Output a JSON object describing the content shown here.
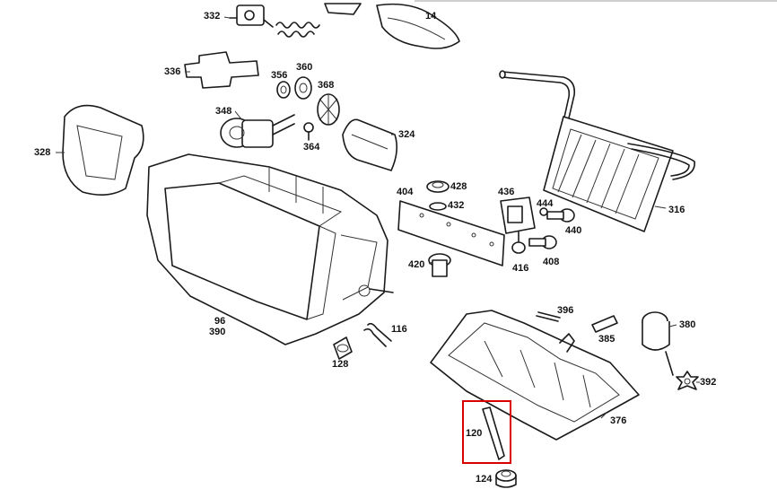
{
  "diagram": {
    "highlight_color": "#d90000",
    "highlighted_part": "120",
    "parts": [
      {
        "id": "p332",
        "label": "332",
        "name": "switch-valve"
      },
      {
        "id": "p14",
        "label": "14",
        "name": "duct"
      },
      {
        "id": "p336",
        "label": "336",
        "name": "gasket-cross"
      },
      {
        "id": "p356",
        "label": "356",
        "name": "nut"
      },
      {
        "id": "p360",
        "label": "360",
        "name": "washer"
      },
      {
        "id": "p368",
        "label": "368",
        "name": "gear"
      },
      {
        "id": "p348",
        "label": "348",
        "name": "servo-motor"
      },
      {
        "id": "p364",
        "label": "364",
        "name": "screw"
      },
      {
        "id": "p324",
        "label": "324",
        "name": "flap-cover"
      },
      {
        "id": "p328",
        "label": "328",
        "name": "seal-boot"
      },
      {
        "id": "p404",
        "label": "404",
        "name": "bracket-strip"
      },
      {
        "id": "p428",
        "label": "428",
        "name": "grommet"
      },
      {
        "id": "p432",
        "label": "432",
        "name": "washer"
      },
      {
        "id": "p436",
        "label": "436",
        "name": "valve-block"
      },
      {
        "id": "p444",
        "label": "444",
        "name": "screw"
      },
      {
        "id": "p440",
        "label": "440",
        "name": "bolt"
      },
      {
        "id": "p316",
        "label": "316",
        "name": "heater-core"
      },
      {
        "id": "p420",
        "label": "420",
        "name": "sensor"
      },
      {
        "id": "p416",
        "label": "416",
        "name": "nut"
      },
      {
        "id": "p408",
        "label": "408",
        "name": "bolt"
      },
      {
        "id": "p96",
        "label": "96",
        "name": "heater-box"
      },
      {
        "id": "p390",
        "label": "390",
        "name": "heater-box-alt"
      },
      {
        "id": "p116",
        "label": "116",
        "name": "hose"
      },
      {
        "id": "p128",
        "label": "128",
        "name": "spring"
      },
      {
        "id": "p396",
        "label": "396",
        "name": "spring-pin"
      },
      {
        "id": "p385",
        "label": "385",
        "name": "clip"
      },
      {
        "id": "p380",
        "label": "380",
        "name": "vacuum-element"
      },
      {
        "id": "p392",
        "label": "392",
        "name": "star-washer"
      },
      {
        "id": "p376",
        "label": "376",
        "name": "lower-housing"
      },
      {
        "id": "p120",
        "label": "120",
        "name": "drain-pin"
      },
      {
        "id": "p124",
        "label": "124",
        "name": "drain-cap"
      }
    ]
  }
}
